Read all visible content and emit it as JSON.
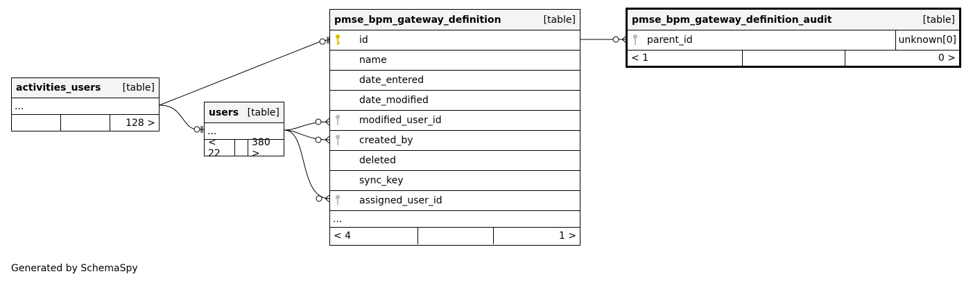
{
  "colors": {
    "primary_key_icon": "#d9c400",
    "foreign_key_icon": "#bdbdbd",
    "header_bg": "#f4f4f4",
    "line": "#000000"
  },
  "tables": {
    "activities_users": {
      "name": "activities_users",
      "kind": "[table]",
      "rows": [
        "..."
      ],
      "footer": [
        "",
        "",
        "128 >"
      ]
    },
    "users": {
      "name": "users",
      "kind": "[table]",
      "rows": [
        "..."
      ],
      "footer": [
        "< 22",
        "",
        "380 >"
      ]
    },
    "gateway_definition": {
      "name": "pmse_bpm_gateway_definition",
      "kind": "[table]",
      "rows": [
        {
          "label": "id",
          "icon": "primary-key-icon"
        },
        {
          "label": "name",
          "icon": ""
        },
        {
          "label": "date_entered",
          "icon": ""
        },
        {
          "label": "date_modified",
          "icon": ""
        },
        {
          "label": "modified_user_id",
          "icon": "foreign-key-icon"
        },
        {
          "label": "created_by",
          "icon": "foreign-key-icon"
        },
        {
          "label": "deleted",
          "icon": ""
        },
        {
          "label": "sync_key",
          "icon": ""
        },
        {
          "label": "assigned_user_id",
          "icon": "foreign-key-icon"
        }
      ],
      "more": "...",
      "footer": [
        "< 4",
        "",
        "1 >"
      ]
    },
    "gateway_definition_audit": {
      "name": "pmse_bpm_gateway_definition_audit",
      "kind": "[table]",
      "rows": [
        {
          "label": "parent_id",
          "icon": "foreign-key-icon",
          "type": "unknown[0]"
        }
      ],
      "footer": [
        "< 1",
        "",
        "0 >"
      ]
    }
  },
  "footer_text": "Generated by SchemaSpy"
}
